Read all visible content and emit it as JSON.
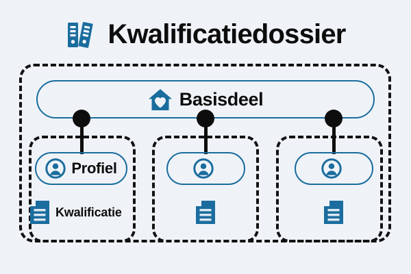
{
  "page": {
    "background_color": "#eff3f8",
    "accent_color": "#1a6d9e",
    "outline_color": "#121212"
  },
  "header": {
    "title": "Kwalificatiedossier",
    "icon": "binders-icon"
  },
  "diagram": {
    "top_section": {
      "label": "Basisdeel",
      "icon": "home-heart-icon"
    },
    "connector_count": 3,
    "columns": [
      {
        "id": "column-1",
        "profile": {
          "label": "Profiel",
          "icon": "person-circle-icon",
          "has_label": true
        },
        "document": {
          "label": "Kwalificatie",
          "icon": "document-icon",
          "has_label": true
        }
      },
      {
        "id": "column-2",
        "profile": {
          "label": "",
          "icon": "person-circle-icon",
          "has_label": false
        },
        "document": {
          "label": "",
          "icon": "document-icon",
          "has_label": false
        }
      },
      {
        "id": "column-3",
        "profile": {
          "label": "",
          "icon": "person-circle-icon",
          "has_label": false
        },
        "document": {
          "label": "",
          "icon": "document-icon",
          "has_label": false
        }
      }
    ]
  }
}
